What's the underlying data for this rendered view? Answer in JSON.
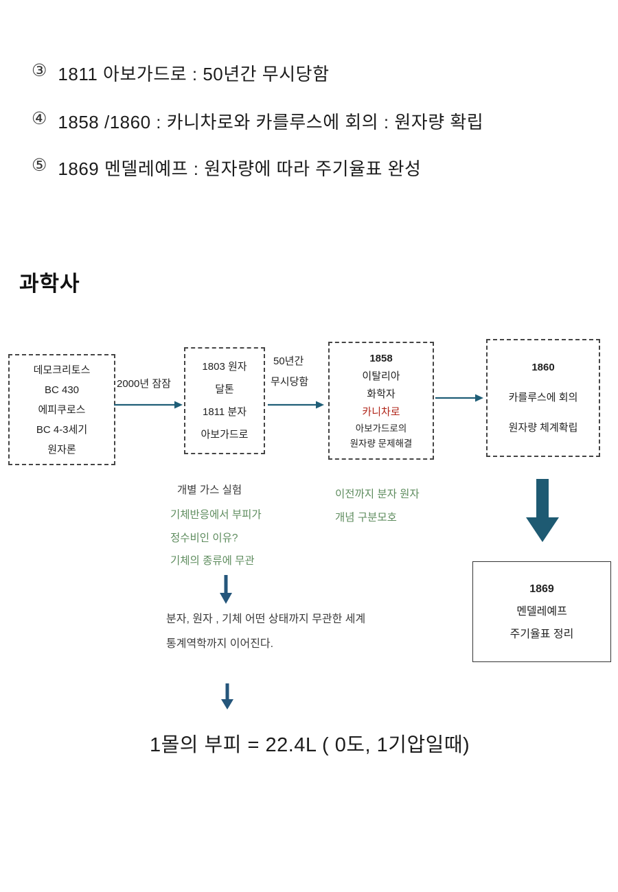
{
  "notes": {
    "items": [
      {
        "num": "③",
        "text": "1811 아보가드로  :  50년간 무시당함"
      },
      {
        "num": "④",
        "text": "1858 /1860 : 카니차로와 카를루스에 회의 : 원자량 확립"
      },
      {
        "num": "⑤",
        "text": "1869  멘델레예프  : 원자량에 따라 주기율표 완성"
      }
    ]
  },
  "heading": "과학사",
  "flow": {
    "box_democritus": {
      "lines": [
        "데모크리토스",
        "BC 430",
        "에피쿠로스",
        "BC 4-3세기",
        "원자론"
      ]
    },
    "arrow1_label": "2000년 잠잠",
    "box_dalton": {
      "lines": [
        "1803 원자",
        "달톤",
        "1811 분자",
        "아보가드로"
      ]
    },
    "arrow2_label_line1": "50년간",
    "arrow2_label_line2": "무시당함",
    "box_cannizzaro": {
      "year": "1858",
      "line1": "이탈리아",
      "line2": "화학자",
      "name": "카니차로",
      "line3": "아보가드로의",
      "line4": "원자량 문제해결"
    },
    "box_karlsruhe": {
      "year": "1860",
      "line1": "카를루스에 회의",
      "line2": "원자량 체계확립"
    },
    "box_mendeleev": {
      "year": "1869",
      "line1": "멘델레예프",
      "line2": "주기율표 정리"
    }
  },
  "annotations": {
    "gas_experiment": "개별 가스 실험",
    "green_left_1": "기체반응에서 부피가",
    "green_left_2": "정수비인 이유?",
    "green_left_3": "기체의 종류에 무관",
    "green_right_1": "이전까지 분자 원자",
    "green_right_2": "개념 구분모호",
    "conclusion_1": "분자, 원자 , 기체 어떤 상태까지 무관한 세계",
    "conclusion_2": "통계역학까지 이어진다.",
    "final_line": "1몰의 부피 =  22.4L ( 0도, 1기압일때)"
  },
  "colors": {
    "arrow_teal": "#1f5e77",
    "arrow_navy": "#25567b",
    "green_text": "#5e8c5e",
    "red_text": "#b02418"
  }
}
